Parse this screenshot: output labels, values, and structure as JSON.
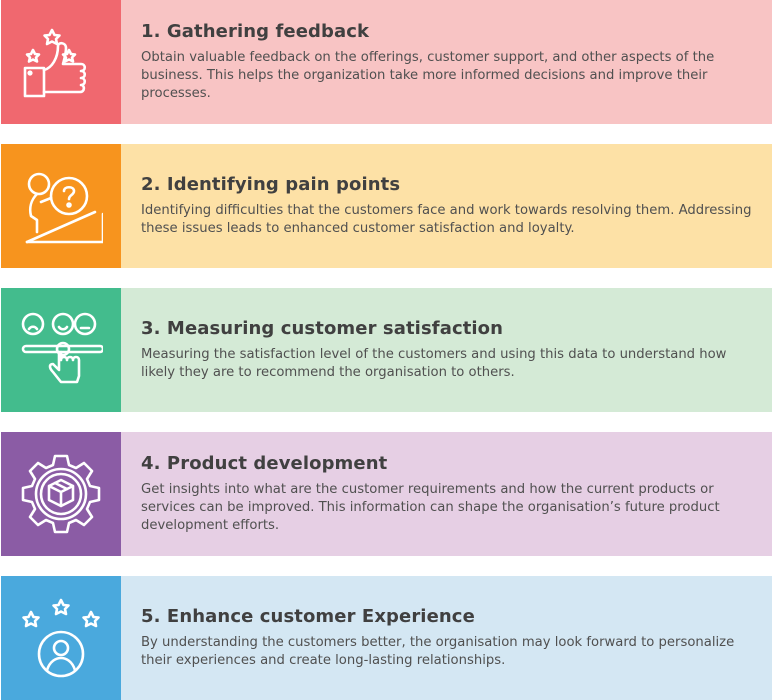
{
  "items": [
    {
      "title": "1. Gathering feedback",
      "desc": "Obtain valuable feedback on the offerings, customer support, and other aspects of the business. This helps the organization take more informed decisions and improve their processes.",
      "icon": "thumbs-up-stars-icon",
      "accent": "#f0686f",
      "bg": "#f8c4c4"
    },
    {
      "title": "2. Identifying pain points",
      "desc": "Identifying difficulties that the customers face and work towards resolving them. Addressing these issues leads to enhanced customer satisfaction and loyalty.",
      "icon": "person-pushing-question-icon",
      "accent": "#f7941e",
      "bg": "#fde1a6"
    },
    {
      "title": "3. Measuring customer satisfaction",
      "desc": "Measuring the satisfaction level of the customers and using this data to understand how likely they are to recommend the organisation to others.",
      "icon": "satisfaction-slider-icon",
      "accent": "#43bc8d",
      "bg": "#d4ead6"
    },
    {
      "title": "4. Product development",
      "desc": "Get insights into what are the customer requirements and how the current products or services can be improved. This information can shape the organisation’s future product development efforts.",
      "icon": "gear-box-icon",
      "accent": "#8b5ca5",
      "bg": "#e6cfe4"
    },
    {
      "title": "5. Enhance customer Experience",
      "desc": "By understanding the customers better, the organisation may look forward to personalize their experiences and create long-lasting relationships.",
      "icon": "user-stars-icon",
      "accent": "#4aa9dd",
      "bg": "#d4e7f3"
    }
  ]
}
